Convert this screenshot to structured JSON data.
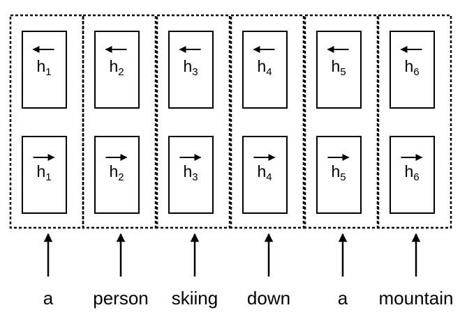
{
  "columns": [
    {
      "word": "a",
      "state": "h",
      "index": "1"
    },
    {
      "word": "person",
      "state": "h",
      "index": "2"
    },
    {
      "word": "skiing",
      "state": "h",
      "index": "3"
    },
    {
      "word": "down",
      "state": "h",
      "index": "4"
    },
    {
      "word": "a",
      "state": "h",
      "index": "5"
    },
    {
      "word": "mountain",
      "state": "h",
      "index": "6"
    }
  ],
  "colors": {
    "stroke": "#000000",
    "background": "#ffffff"
  },
  "icons": {
    "backward": "left-arrow-icon",
    "forward": "right-arrow-icon",
    "input": "up-arrow-icon"
  }
}
